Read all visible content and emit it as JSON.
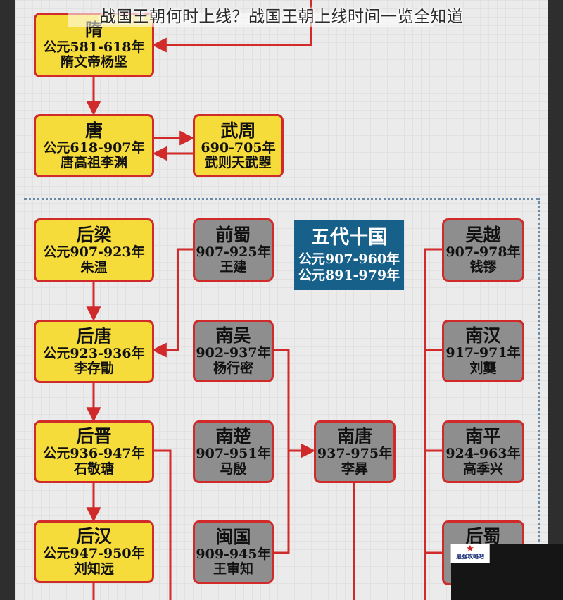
{
  "title": "战国王朝何时上线？战国王朝上线时间一览全知道",
  "colors": {
    "main_dynasty": "#f6dc3a",
    "kingdom": "#8e8e8e",
    "border": "#d02a2a",
    "header_box": "#17608a"
  },
  "main_line": [
    {
      "id": "sui",
      "name": "隋",
      "dates": "公元581-618年",
      "ruler": "隋文帝杨坚"
    },
    {
      "id": "tang",
      "name": "唐",
      "dates": "公元618-907年",
      "ruler": "唐高祖李渊"
    },
    {
      "id": "wuzhou",
      "name": "武周",
      "dates": "690-705年",
      "ruler": "武则天武曌"
    },
    {
      "id": "houliang",
      "name": "后梁",
      "dates": "公元907-923年",
      "ruler": "朱温"
    },
    {
      "id": "houtang",
      "name": "后唐",
      "dates": "公元923-936年",
      "ruler": "李存勖"
    },
    {
      "id": "houjin",
      "name": "后晋",
      "dates": "公元936-947年",
      "ruler": "石敬瑭"
    },
    {
      "id": "houhan",
      "name": "后汉",
      "dates": "公元947-950年",
      "ruler": "刘知远"
    }
  ],
  "kingdoms": [
    {
      "id": "qianshu",
      "name": "前蜀",
      "dates": "907-925年",
      "ruler": "王建"
    },
    {
      "id": "nanwu",
      "name": "南吴",
      "dates": "902-937年",
      "ruler": "杨行密"
    },
    {
      "id": "nanchu",
      "name": "南楚",
      "dates": "907-951年",
      "ruler": "马殷"
    },
    {
      "id": "minguo",
      "name": "闽国",
      "dates": "909-945年",
      "ruler": "王审知"
    },
    {
      "id": "nantang",
      "name": "南唐",
      "dates": "937-975年",
      "ruler": "李昪"
    },
    {
      "id": "wuyue",
      "name": "吴越",
      "dates": "907-978年",
      "ruler": "钱镠"
    },
    {
      "id": "nanhan",
      "name": "南汉",
      "dates": "917-971年",
      "ruler": "刘龑"
    },
    {
      "id": "nanping",
      "name": "南平",
      "dates": "924-963年",
      "ruler": "高季兴"
    },
    {
      "id": "houshu",
      "name": "后蜀"
    }
  ],
  "period_box": {
    "heading": "五代十国",
    "line1": "公元907-960年",
    "line2": "公元891-979年"
  },
  "logo_text": "最强攻略吧"
}
